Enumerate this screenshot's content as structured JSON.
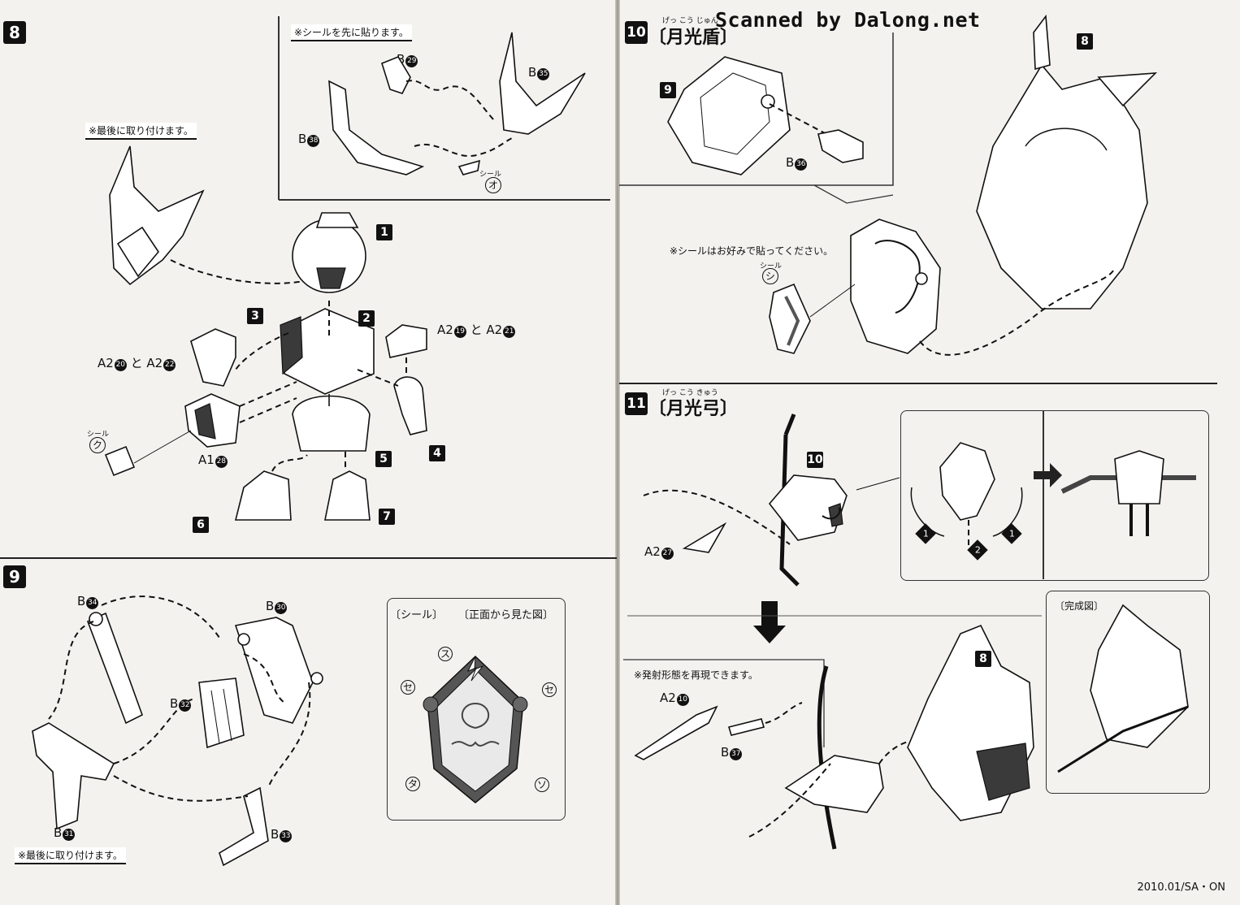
{
  "scanner_credit": "Scanned by Dalong.net",
  "print_code": "2010.01/SA・ON",
  "step8": {
    "number": "8",
    "note_sticker_first": "※シールを先に貼ります。",
    "note_attach_last": "※最後に取り付けます。",
    "parts": {
      "b29": "B",
      "b29n": "29",
      "b35": "B",
      "b35n": "35",
      "b38": "B",
      "b38n": "38",
      "seal_o_label": "シール",
      "seal_o": "オ",
      "a2_20_22": "A2",
      "a2_20": "20",
      "and1": "と",
      "a2_22b": "A2",
      "a2_22": "22",
      "a2_19_21": "A2",
      "a2_19": "19",
      "and2": "と",
      "a2_21b": "A2",
      "a2_21": "21",
      "seal_ku_label": "シール",
      "seal_ku": "ク",
      "a1_28": "A1",
      "a1_28n": "28"
    },
    "subassemblies": [
      "1",
      "2",
      "3",
      "4",
      "5",
      "6",
      "7"
    ]
  },
  "step9": {
    "number": "9",
    "parts": {
      "b34": "B",
      "b34n": "34",
      "b30": "B",
      "b30n": "30",
      "b32": "B",
      "b32n": "32",
      "b31": "B",
      "b31n": "31",
      "b33": "B",
      "b33n": "33"
    },
    "note_attach_last": "※最後に取り付けます。",
    "sticker_box": {
      "title_seal": "〔シール〕",
      "title_front": "〔正面から見た図〕",
      "labels": [
        "ス",
        "セ",
        "セ",
        "タ",
        "ソ"
      ]
    }
  },
  "step10": {
    "number": "10",
    "title": "〔月光盾〕",
    "furigana": "げっ こう じゅん",
    "parts": {
      "b36": "B",
      "b36n": "36",
      "sub9": "9",
      "sub8": "8"
    },
    "note_optional": "※シールはお好みで貼ってください。",
    "seal_shi_label": "シール",
    "seal_shi": "シ"
  },
  "step11": {
    "number": "11",
    "title": "〔月光弓〕",
    "furigana": "げっ こう きゅう",
    "parts": {
      "a2_27": "A2",
      "a2_27n": "27",
      "sub10": "10",
      "a2_10": "A2",
      "a2_10n": "10",
      "b37": "B",
      "b37n": "37",
      "sub8": "8"
    },
    "arrow_labels": [
      "1",
      "2",
      "1"
    ],
    "note_fire": "※発射形態を再現できます。",
    "complete_label": "〔完成図〕"
  },
  "colors": {
    "ink": "#111111",
    "paper": "#f4f2ef"
  }
}
